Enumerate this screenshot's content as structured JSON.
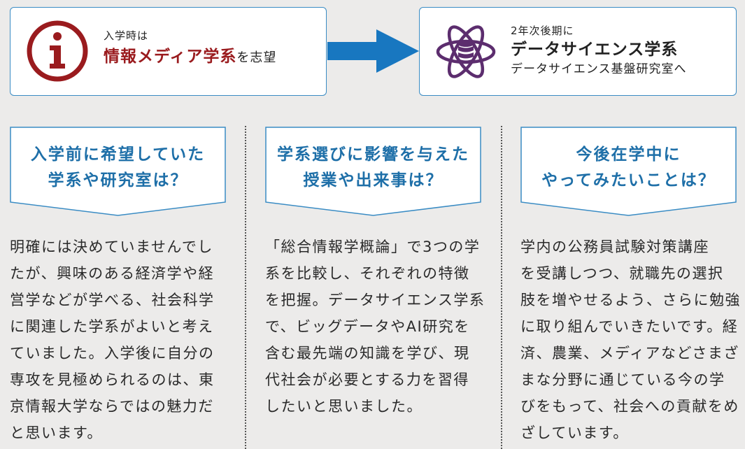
{
  "left_card": {
    "line1": "入学時は",
    "line2_highlight": "情報メディア学系",
    "line2_suffix": "を志望",
    "icon": "info-icon"
  },
  "right_card": {
    "line1": "2年次後期に",
    "line2": "データサイエンス学系",
    "line3": "データサイエンス基盤研究室へ",
    "icon": "atom-database-icon"
  },
  "columns": [
    {
      "question": [
        "入学前に希望していた",
        "学系や研究室は？"
      ],
      "answer": [
        "明確には決めていませんでし",
        "たが、興味のある経済学や経",
        "営学などが学べる、社会科学",
        "に関連した学系がよいと考え",
        "ていました。入学後に自分の",
        "専攻を見極められるのは、東",
        "京情報大学ならではの魅力だ",
        "と思います。"
      ]
    },
    {
      "question": [
        "学系選びに影響を与えた",
        "授業や出来事は？"
      ],
      "answer": [
        "「総合情報学概論」で3つの学",
        "系を比較し、それぞれの特徴",
        "を把握。データサイエンス学系",
        "で、ビッグデータやAI研究を",
        "含む最先端の知識を学び、現",
        "代社会が必要とする力を習得",
        "したいと思いました。"
      ]
    },
    {
      "question": [
        "今後在学中に",
        "やってみたいことは？"
      ],
      "answer": [
        "学内の公務員試験対策講座",
        "を受講しつつ、就職先の選択",
        "肢を増やせるよう、さらに勉強",
        "に取り組んでいきたいです。経",
        "済、農業、メディアなどさまざ",
        "まな分野に通じている今の学",
        "びをもって、社会への貢献をめ",
        "ざしています。"
      ]
    }
  ],
  "colors": {
    "accent_blue": "#3a8cc4",
    "question_blue": "#1e6fa8",
    "arrow_blue": "#1877c0",
    "highlight_red": "#9a1b1e",
    "atom_purple": "#5c2d6e",
    "background": "#ecebea"
  }
}
